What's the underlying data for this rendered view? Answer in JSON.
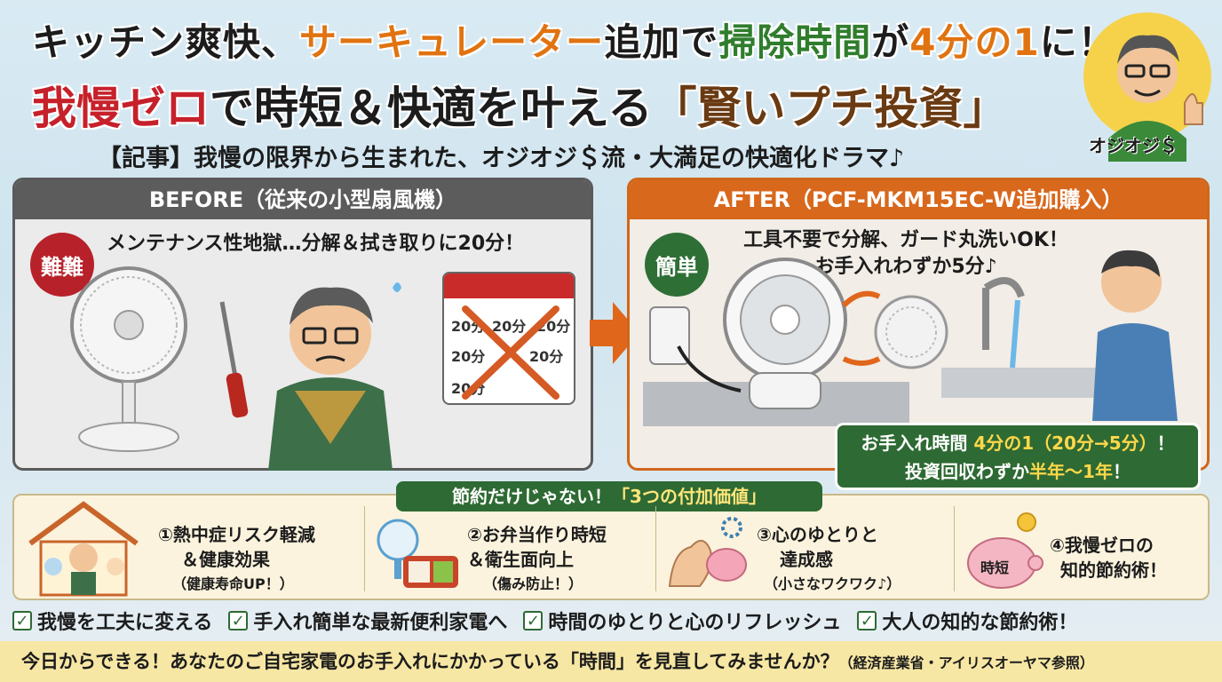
{
  "header": {
    "line1_a": "キッチン爽快、",
    "line1_b": "サーキュレーター",
    "line1_c": "追加で",
    "line1_d": "掃除時間",
    "line1_e": "が",
    "line1_f": "4分の1",
    "line1_g": "に！",
    "line2_a": "我慢ゼロ",
    "line2_b": "で時短＆快適を叶える",
    "line2_c": "「賢いプチ投資」",
    "subtitle": "【記事】我慢の限界から生まれた、オジオジ＄流・大満足の快適化ドラマ♪"
  },
  "mascot": {
    "label": "オジオジ＄"
  },
  "before": {
    "title": "BEFORE（従来の小型扇風機）",
    "seal": "難難",
    "text": "メンテナンス性地獄…分解＆拭き取りに20分！",
    "calendar": [
      "20分",
      "20分",
      "20分",
      "20分",
      "20分",
      "20分"
    ]
  },
  "after": {
    "title": "AFTER（PCF-MKM15EC-W追加購入）",
    "seal": "簡単",
    "text_line1": "工具不要で分解、ガード丸洗いOK！",
    "text_line2": "お手入れわずか5分♪",
    "callout_a": "お手入れ時間",
    "callout_b": "4分の1（20分→5分）",
    "callout_c": "！",
    "callout_d": "投資回収わずか",
    "callout_e": "半年〜1年",
    "callout_f": "！"
  },
  "benefits": {
    "title_a": "節約だけじゃない！",
    "title_b": "「3つの付加価値」",
    "items": [
      {
        "line1": "①熱中症リスク軽減",
        "line2": "＆健康効果",
        "sub": "（健康寿命UP！）"
      },
      {
        "line1": "②お弁当作り時短",
        "line2": "＆衛生面向上",
        "sub": "（傷み防止！）"
      },
      {
        "line1": "③心のゆとりと",
        "line2": "達成感",
        "sub": "（小さなワクワク♪）"
      },
      {
        "line1": "④我慢ゼロの",
        "line2": "知的節約術！",
        "sub": ""
      }
    ],
    "piggy_label": "時短"
  },
  "checks": [
    "我慢を工夫に変える",
    "手入れ簡単な最新便利家電へ",
    "時間のゆとりと心のリフレッシュ",
    "大人の知的な節約術！"
  ],
  "footer": {
    "main": "今日からできる！あなたのご自宅家電のお手入れにかかっている「時間」を見直してみませんか？",
    "source": "（経済産業省・アイリスオーヤマ参照）"
  },
  "colors": {
    "orange": "#e07310",
    "green": "#2f7d2d",
    "red": "#c6212b",
    "darkgreen": "#2e6a33"
  }
}
